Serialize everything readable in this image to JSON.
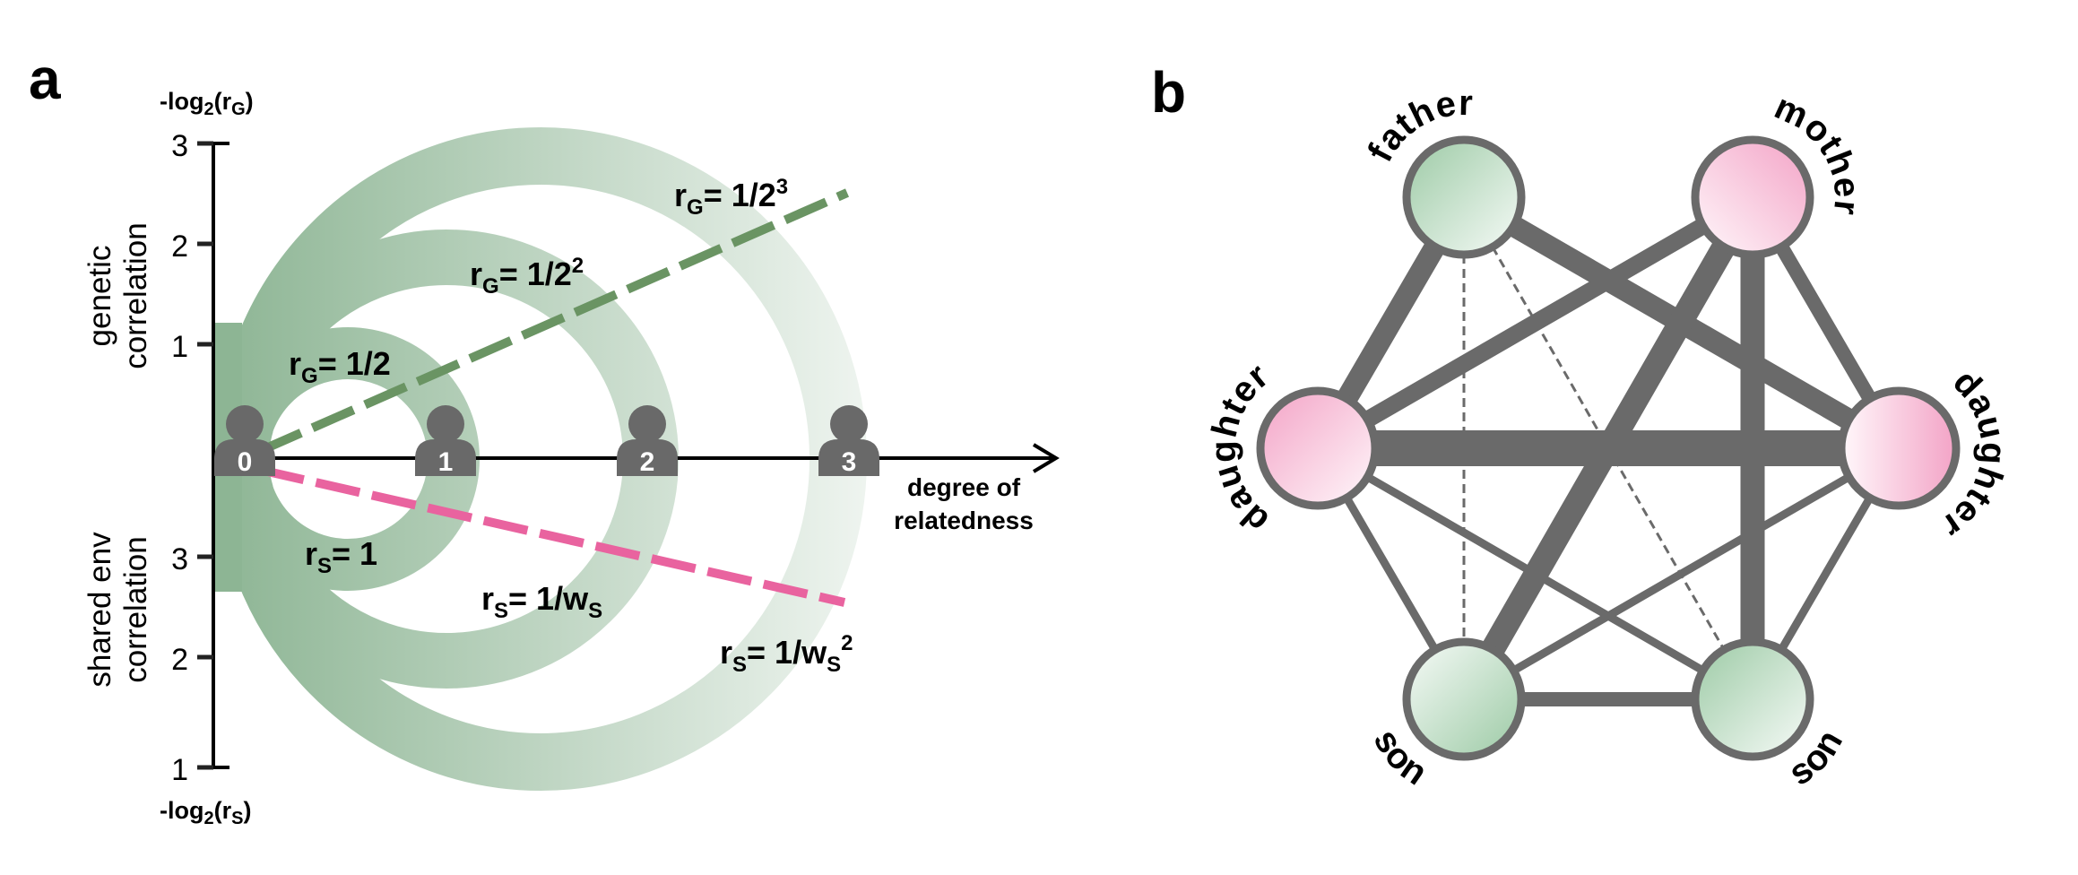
{
  "panel_a": {
    "label": "a",
    "y_axis_top_title": "-log",
    "y_axis_top_sub": "2",
    "y_axis_top_var": "(r",
    "y_axis_top_var_sub": "G",
    "y_axis_top_close": ")",
    "y_axis_bottom_title": "-log",
    "y_axis_bottom_sub": "2",
    "y_axis_bottom_var": "(r",
    "y_axis_bottom_var_sub": "S",
    "y_axis_bottom_close": ")",
    "upper_axis_label_line1": "genetic",
    "upper_axis_label_line2": "correlation",
    "lower_axis_label_line1": "shared env",
    "lower_axis_label_line2": "correlation",
    "upper_ticks": [
      "3",
      "2",
      "1"
    ],
    "lower_ticks": [
      "3",
      "2",
      "1"
    ],
    "x_axis_label_line1": "degree of",
    "x_axis_label_line2": "relatedness",
    "degrees": [
      "0",
      "1",
      "2",
      "3"
    ],
    "genetic_labels": [
      {
        "base": "r",
        "sub": "G",
        "text": "= 1/2",
        "sup": ""
      },
      {
        "base": "r",
        "sub": "G",
        "text": "= 1/2",
        "sup": "2"
      },
      {
        "base": "r",
        "sub": "G",
        "text": "= 1/2",
        "sup": "3"
      }
    ],
    "env_labels": [
      {
        "base": "r",
        "sub": "S",
        "text": "= 1",
        "sub2": "",
        "sup": ""
      },
      {
        "base": "r",
        "sub": "S",
        "text": "= 1/w",
        "sub2": "S",
        "sup": ""
      },
      {
        "base": "r",
        "sub": "S",
        "text": "= 1/w",
        "sub2": "S",
        "sup": "2"
      }
    ],
    "colors": {
      "ring_dark": "#8db594",
      "ring_light": "#eef4ef",
      "genetic_line": "#6a9463",
      "env_line": "#e9639f",
      "person": "#696969",
      "axis": "#000000"
    }
  },
  "panel_b": {
    "label": "b",
    "nodes": [
      {
        "id": "father",
        "label": "father",
        "sex": "male"
      },
      {
        "id": "mother",
        "label": "mother",
        "sex": "female"
      },
      {
        "id": "daughter_left",
        "label": "daughter",
        "sex": "female"
      },
      {
        "id": "daughter_right",
        "label": "daughter",
        "sex": "female"
      },
      {
        "id": "son_left",
        "label": "son",
        "sex": "male"
      },
      {
        "id": "son_right",
        "label": "son",
        "sex": "male"
      }
    ],
    "edges": [
      {
        "from": "father",
        "to": "daughter_left",
        "strength": "strong",
        "style": "solid"
      },
      {
        "from": "father",
        "to": "daughter_right",
        "strength": "strong",
        "style": "solid"
      },
      {
        "from": "father",
        "to": "son_left",
        "strength": "weak",
        "style": "dashed"
      },
      {
        "from": "father",
        "to": "son_right",
        "strength": "weak",
        "style": "dashed"
      },
      {
        "from": "mother",
        "to": "daughter_left",
        "strength": "medium-strong",
        "style": "solid"
      },
      {
        "from": "mother",
        "to": "daughter_right",
        "strength": "medium",
        "style": "solid"
      },
      {
        "from": "mother",
        "to": "son_left",
        "strength": "very-strong",
        "style": "solid"
      },
      {
        "from": "mother",
        "to": "son_right",
        "strength": "very-strong",
        "style": "solid"
      },
      {
        "from": "daughter_left",
        "to": "daughter_right",
        "strength": "strongest",
        "style": "solid"
      },
      {
        "from": "daughter_left",
        "to": "son_left",
        "strength": "thin",
        "style": "solid"
      },
      {
        "from": "daughter_left",
        "to": "son_right",
        "strength": "thin",
        "style": "solid"
      },
      {
        "from": "daughter_right",
        "to": "son_left",
        "strength": "thin",
        "style": "solid"
      },
      {
        "from": "daughter_right",
        "to": "son_right",
        "strength": "thin",
        "style": "solid"
      },
      {
        "from": "son_left",
        "to": "son_right",
        "strength": "medium",
        "style": "solid"
      }
    ],
    "colors": {
      "edge": "#6a6a6a",
      "node_stroke": "#6a6a6a",
      "male_fill": "#9ccaa5",
      "female_fill": "#f3a3c6"
    }
  }
}
